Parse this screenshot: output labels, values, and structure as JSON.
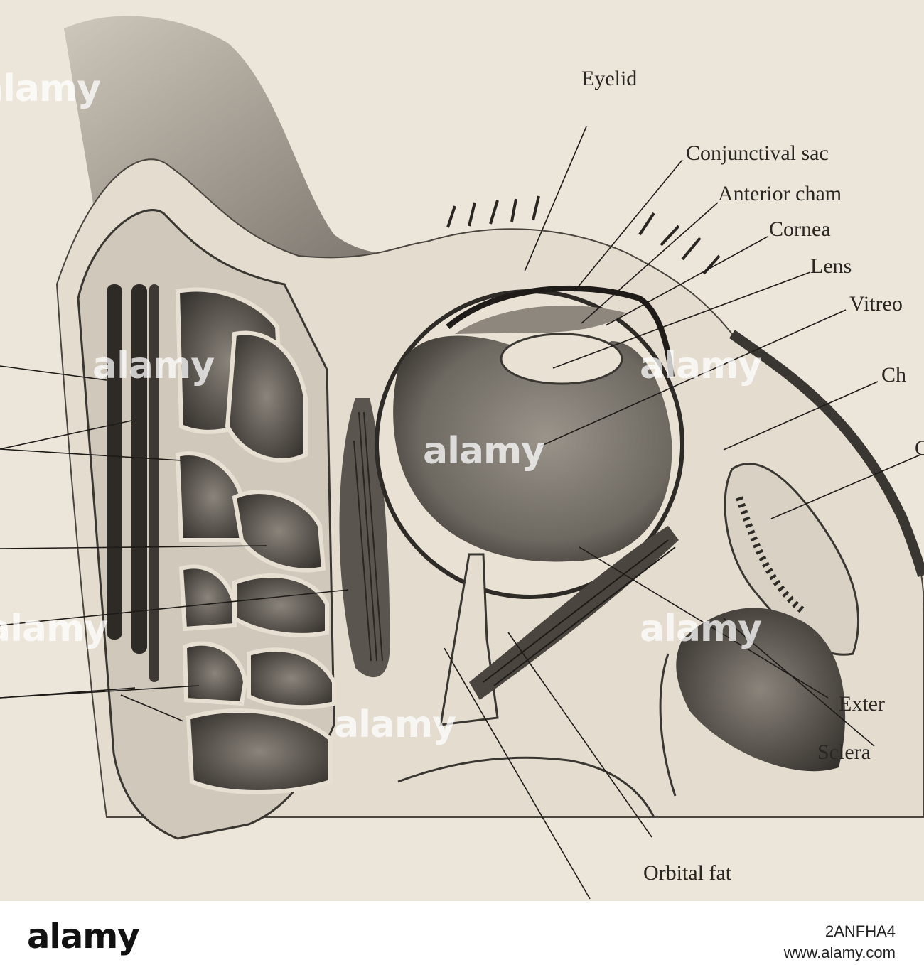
{
  "labels": {
    "eyelid": "Eyelid",
    "conjunctival_sac": "Conjunctival sac",
    "anterior_chamber": "Anterior cham",
    "cornea": "Cornea",
    "lens": "Lens",
    "vitreous": "Vitreo",
    "choroid": "Ch",
    "optic": "O",
    "external": "Exter",
    "sclera": "Sclera",
    "orbital_fat": "Orbital fat"
  },
  "watermark": {
    "brand": "alamy",
    "image_id": "2ANFHA4",
    "url": "www.alamy.com"
  }
}
